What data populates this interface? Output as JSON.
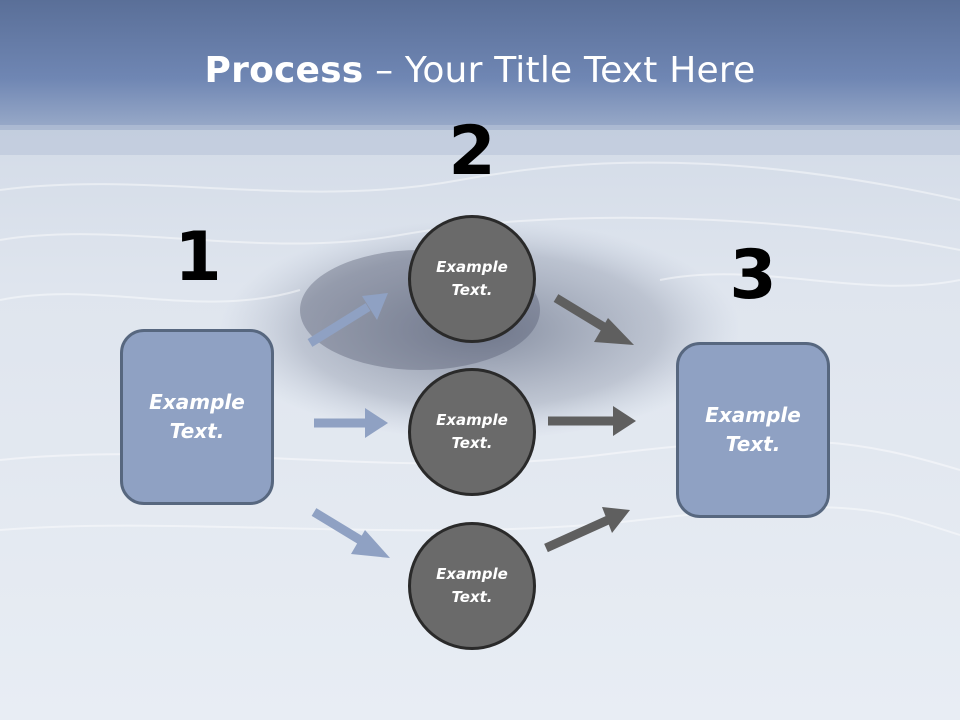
{
  "title": {
    "bold": "Process",
    "dash": " – ",
    "rest": "Your Title Text Here"
  },
  "steps": {
    "one": "1",
    "two": "2",
    "three": "3"
  },
  "boxes": {
    "left": "Example\nText.",
    "right": "Example\nText."
  },
  "circles": {
    "top": "Example\nText.",
    "middle": "Example\nText.",
    "bottom": "Example\nText."
  },
  "colors": {
    "box_fill": "#8fa1c3",
    "box_border": "#57677f",
    "circle_fill": "#6a6a6a",
    "circle_border": "#2a2a2a",
    "arrow_blue": "#8fa1c3",
    "arrow_gray": "#5f5f5f"
  }
}
